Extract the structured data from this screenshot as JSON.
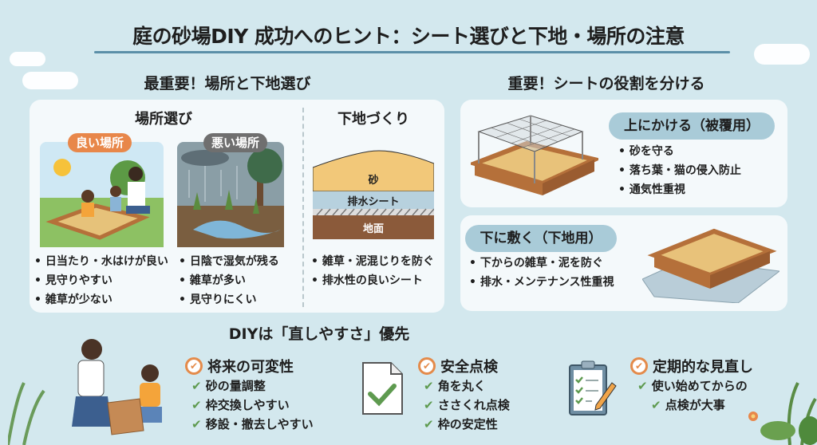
{
  "title": "庭の砂場DIY 成功へのヒント：シート選びと下地・場所の注意",
  "left_section": {
    "heading": "最重要！場所と下地選び",
    "place": {
      "heading": "場所選び",
      "good": {
        "badge": "良い場所",
        "items": [
          "日当たり・水はけが良い",
          "見守りやすい",
          "雑草が少ない"
        ]
      },
      "bad": {
        "badge": "悪い場所",
        "items": [
          "日陰で湿気が残る",
          "雑草が多い",
          "見守りにくい"
        ]
      }
    },
    "ground": {
      "heading": "下地づくり",
      "layers": [
        "砂",
        "排水シート",
        "地面"
      ],
      "items": [
        "雑草・泥混じりを防ぐ",
        "排水性の良いシート"
      ]
    }
  },
  "right_section": {
    "heading": "重要！シートの役割を分ける",
    "cover": {
      "label": "上にかける（被覆用）",
      "items": [
        "砂を守る",
        "落ち葉・猫の侵入防止",
        "通気性重視"
      ]
    },
    "under": {
      "label": "下に敷く（下地用）",
      "items": [
        "下からの雑草・泥を防ぐ",
        "排水・メンテナンス性重視"
      ]
    }
  },
  "bottom": {
    "heading": "DIYは「直しやすさ」優先",
    "columns": [
      {
        "heading": "将来の可変性",
        "items": [
          "砂の量調整",
          "枠交換しやすい",
          "移設・撤去しやすい"
        ]
      },
      {
        "heading": "安全点検",
        "items": [
          "角を丸く",
          "ささくれ点検",
          "枠の安定性"
        ]
      },
      {
        "heading": "定期的な見直し",
        "items": [
          "使い始めてからの",
          "点検が大事"
        ]
      }
    ]
  },
  "colors": {
    "background": "#d3e8ee",
    "accent": "#5b8fa8",
    "good": "#e8874a",
    "bad": "#6f6f6f",
    "check": "#5e9a4f"
  }
}
